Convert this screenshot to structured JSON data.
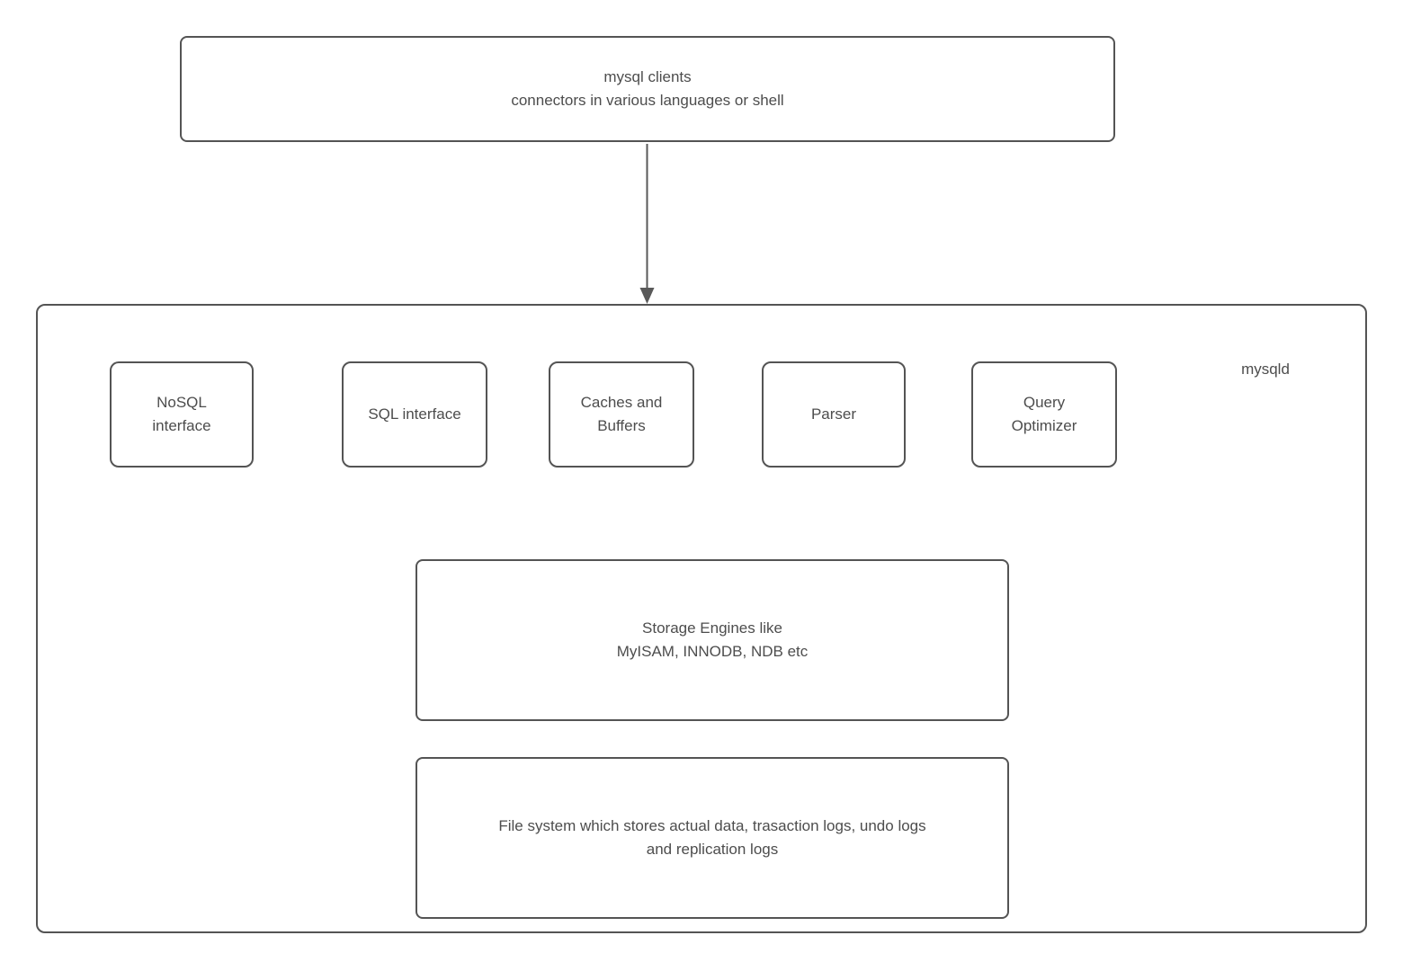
{
  "colors": {
    "border": "#545454",
    "text": "#4d4d4d",
    "arrow": "#595959",
    "background": "#ffffff"
  },
  "client_box": {
    "label": "mysql clients\nconnectors in various languages or shell"
  },
  "server": {
    "label": "mysqld",
    "components": [
      {
        "label": "NoSQL\ninterface"
      },
      {
        "label": "SQL interface"
      },
      {
        "label": "Caches and\nBuffers"
      },
      {
        "label": "Parser"
      },
      {
        "label": "Query\nOptimizer"
      }
    ],
    "storage_box": {
      "label": "Storage Engines like\nMyISAM, INNODB, NDB etc"
    },
    "filesystem_box": {
      "label": "File system which stores actual data, trasaction logs, undo logs\nand replication logs"
    }
  }
}
